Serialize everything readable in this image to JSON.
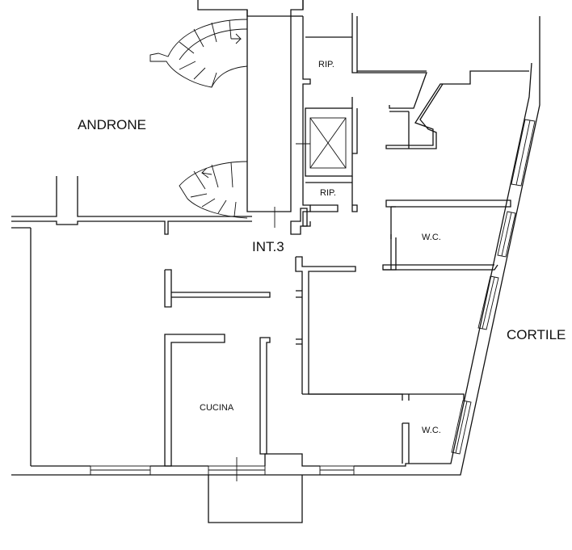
{
  "labels": {
    "androne": "ANDRONE",
    "int3": "INT.3",
    "rip_top": "RIP.",
    "rip_bottom": "RIP.",
    "wc_top": "W.C.",
    "wc_bottom": "W.C.",
    "cucina": "CUCINA",
    "cortile": "CORTILE"
  }
}
